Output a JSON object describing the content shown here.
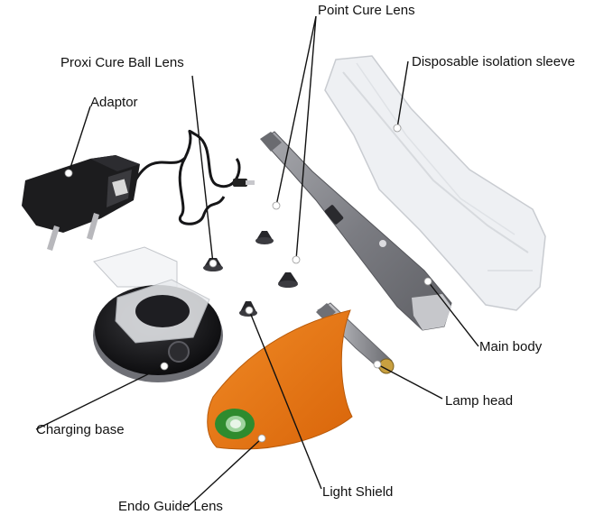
{
  "labels": {
    "point_cure_lens": "Point Cure Lens",
    "proxi_cure_ball_lens": "Proxi Cure Ball Lens",
    "disposable_isolation_sleeve": "Disposable isolation sleeve",
    "adaptor": "Adaptor",
    "main_body": "Main body",
    "lamp_head": "Lamp head",
    "charging_base": "Charging base",
    "light_shield": "Light Shield",
    "endo_guide_lens": "Endo Guide Lens"
  },
  "colors": {
    "background": "#ffffff",
    "leader_line": "#111111",
    "dot": "#ffffff",
    "shield_orange": "#e8730f",
    "body_gray": "#8e8f94",
    "adaptor_black": "#1c1c1e",
    "lens_green": "#2e8b2e"
  }
}
